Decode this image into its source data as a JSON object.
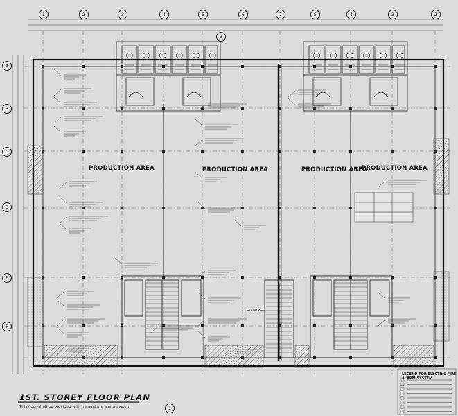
{
  "drawing": {
    "title": "1ST. STOREY FLOOR PLAN",
    "note": "This floor shall be provided with manual fire alarm system",
    "legend_title": "LEGEND FOR ELECTRIC FIRE ALARM SYSTEM",
    "production_area_label": "PRODUCTION AREA",
    "staircase_label": "STAIRCASE",
    "grid_top": [
      "1",
      "2",
      "3",
      "4",
      "5",
      "6",
      "7",
      "5",
      "4",
      "3",
      "2"
    ],
    "grid_left": [
      "A",
      "B",
      "C",
      "D",
      "E",
      "F"
    ],
    "section_marker": "3",
    "bottom_marker": "1",
    "colors": {
      "paper": "#dcdcdc",
      "ink": "#1a1a1a",
      "hatch": "#555555"
    }
  }
}
